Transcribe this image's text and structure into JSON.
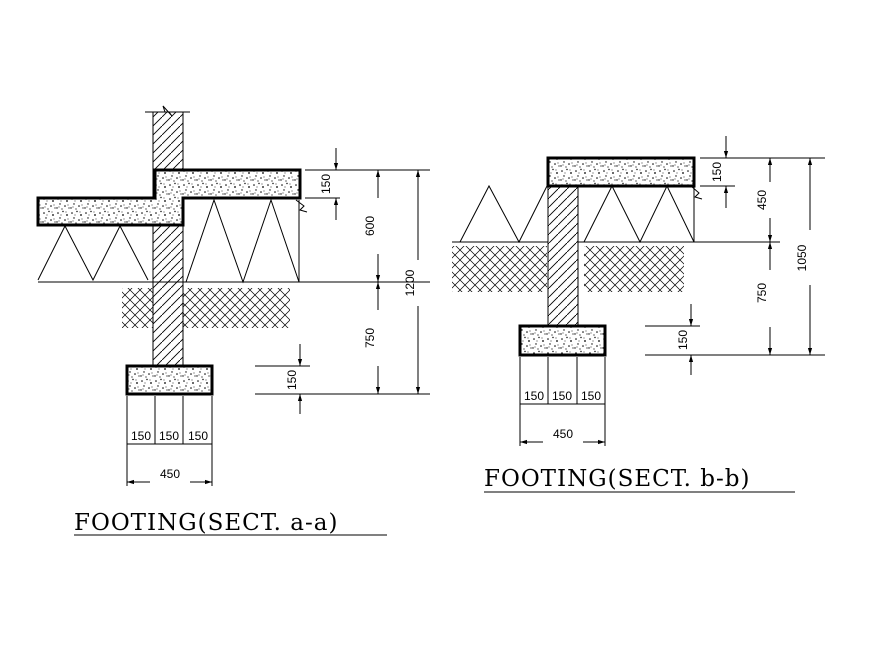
{
  "section_aa": {
    "title": "FOOTING(SECT. a-a)",
    "dims": {
      "slab": "150",
      "fill": "600",
      "total": "1200",
      "depth": "750",
      "footing": "150",
      "col1": "150",
      "col2": "150",
      "col3": "150",
      "width": "450"
    }
  },
  "section_bb": {
    "title": "FOOTING(SECT. b-b)",
    "dims": {
      "slab": "150",
      "fill": "450",
      "total": "1050",
      "depth": "750",
      "footing": "150",
      "col1": "150",
      "col2": "150",
      "col3": "150",
      "width": "450"
    }
  },
  "colors": {
    "ink": "#000000",
    "paper": "#ffffff"
  }
}
